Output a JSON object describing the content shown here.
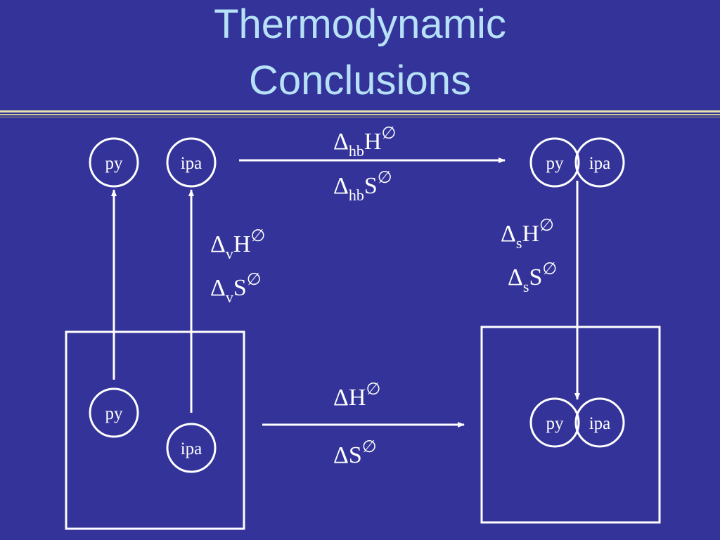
{
  "slide": {
    "title_line_1": "Thermodynamic",
    "title_line_2": "Conclusions",
    "colors": {
      "background": "#333399",
      "title": "#b7e1f7",
      "foreground": "#ffffff",
      "rule": "#e8e2b0"
    }
  },
  "molecules": {
    "py": "py",
    "ipa": "ipa"
  },
  "labels": {
    "delta": "Δ",
    "standard_symbol": "∅",
    "enthalpy": "H",
    "entropy": "S",
    "hb_subscript": "hb",
    "v_subscript": "v",
    "s_subscript": "s"
  }
}
